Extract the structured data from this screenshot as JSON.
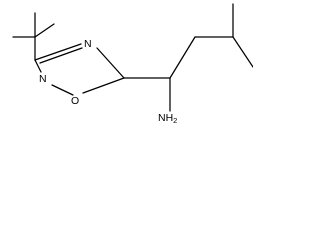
{
  "molecule": {
    "atoms": {
      "ring_n_top": "N",
      "ring_n_bottom": "N",
      "ring_o": "O",
      "amine_symbol": "NH",
      "amine_subscript": "2"
    },
    "bonds": [
      {
        "id": "tbu-methyl-left",
        "order": 1
      },
      {
        "id": "tbu-methyl-top",
        "order": 1
      },
      {
        "id": "tbu-methyl-right",
        "order": 1
      },
      {
        "id": "tbu-to-ring",
        "order": 1
      },
      {
        "id": "c3-n4",
        "order": 2
      },
      {
        "id": "n4-c5",
        "order": 1
      },
      {
        "id": "c5-o1",
        "order": 1
      },
      {
        "id": "o1-n2",
        "order": 1
      },
      {
        "id": "n2-c3",
        "order": 1
      },
      {
        "id": "c5-ch",
        "order": 1
      },
      {
        "id": "ch-nh2",
        "order": 1
      },
      {
        "id": "ch-ch2",
        "order": 1
      },
      {
        "id": "ch2-ch",
        "order": 1
      },
      {
        "id": "ch-methyl-top",
        "order": 1
      },
      {
        "id": "ch-methyl-right",
        "order": 1
      }
    ]
  }
}
